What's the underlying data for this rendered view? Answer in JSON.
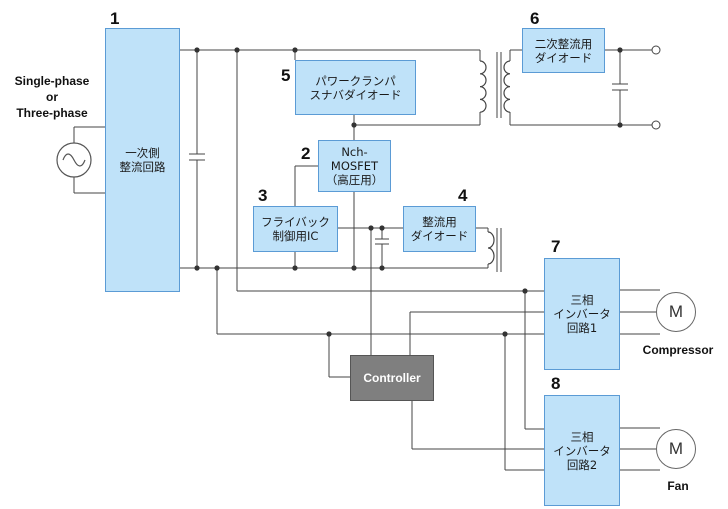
{
  "input": {
    "label": "Single-phase\nor\nThree-phase",
    "icon": "ac-source-icon"
  },
  "blocks": [
    {
      "number": "1",
      "label": "一次側\n整流回路"
    },
    {
      "number": "2",
      "label": "Nch-\nMOSFET\n（高圧用）"
    },
    {
      "number": "3",
      "label": "フライバック\n制御用IC"
    },
    {
      "number": "4",
      "label": "整流用\nダイオード"
    },
    {
      "number": "5",
      "label": "パワークランパ\nスナバダイオード"
    },
    {
      "number": "6",
      "label": "二次整流用\nダイオード"
    },
    {
      "number": "7",
      "label": "三相\nインバータ\n回路1"
    },
    {
      "number": "8",
      "label": "三相\nインバータ\n回路2"
    }
  ],
  "controller": {
    "label": "Controller"
  },
  "motors": [
    {
      "symbol": "M",
      "name": "Compressor"
    },
    {
      "symbol": "M",
      "name": "Fan"
    }
  ],
  "colors": {
    "block_fill": "#bfe2f9",
    "block_border": "#5b9bd5",
    "controller_fill": "#7f7f7f",
    "wire": "#444444"
  }
}
